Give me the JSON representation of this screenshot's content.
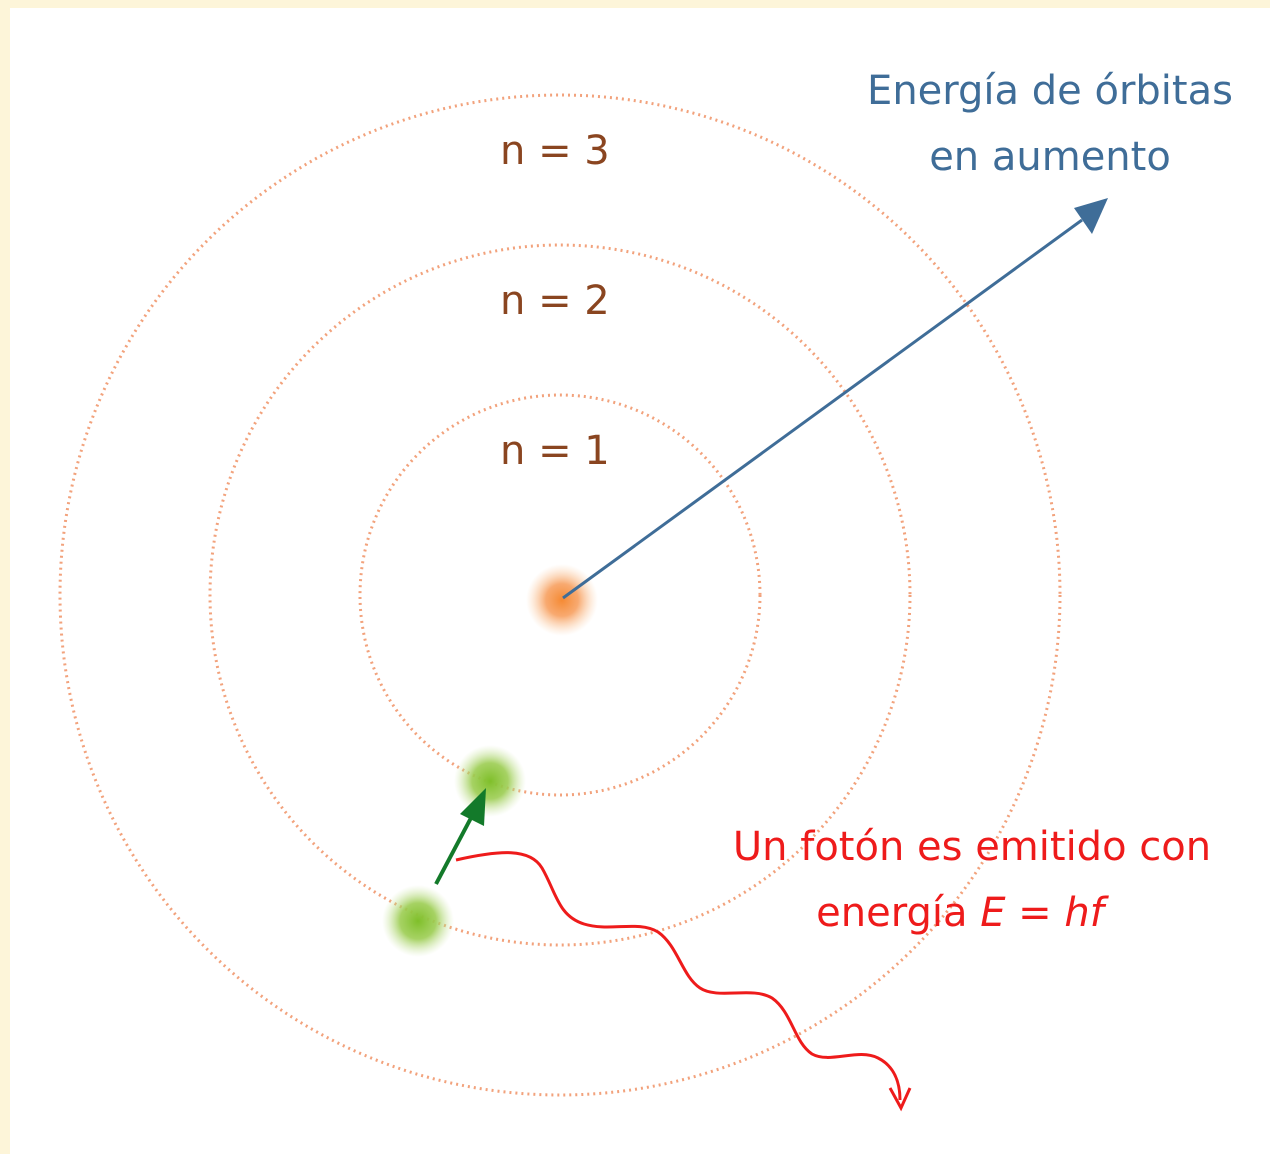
{
  "colors": {
    "background_border": "#fdf5d9",
    "orbit_stroke": "#f2a27c",
    "nucleus": "#f58a33",
    "electron": "#8cc63f",
    "energy_arrow": "#3f6d98",
    "transition_arrow": "#137a2a",
    "photon": "#ee1b1b",
    "orbit_label": "#8a4520"
  },
  "orbits": [
    {
      "label": "n = 1"
    },
    {
      "label": "n = 2"
    },
    {
      "label": "n = 3"
    }
  ],
  "energy_label": {
    "line1": "Energía de órbitas",
    "line2": "en aumento"
  },
  "photon_label": {
    "line1": "Un fotón es emitido con",
    "line2_prefix": "energía ",
    "line2_formula_e": "E",
    "line2_formula_eq": " = ",
    "line2_formula_hf": "hf"
  }
}
